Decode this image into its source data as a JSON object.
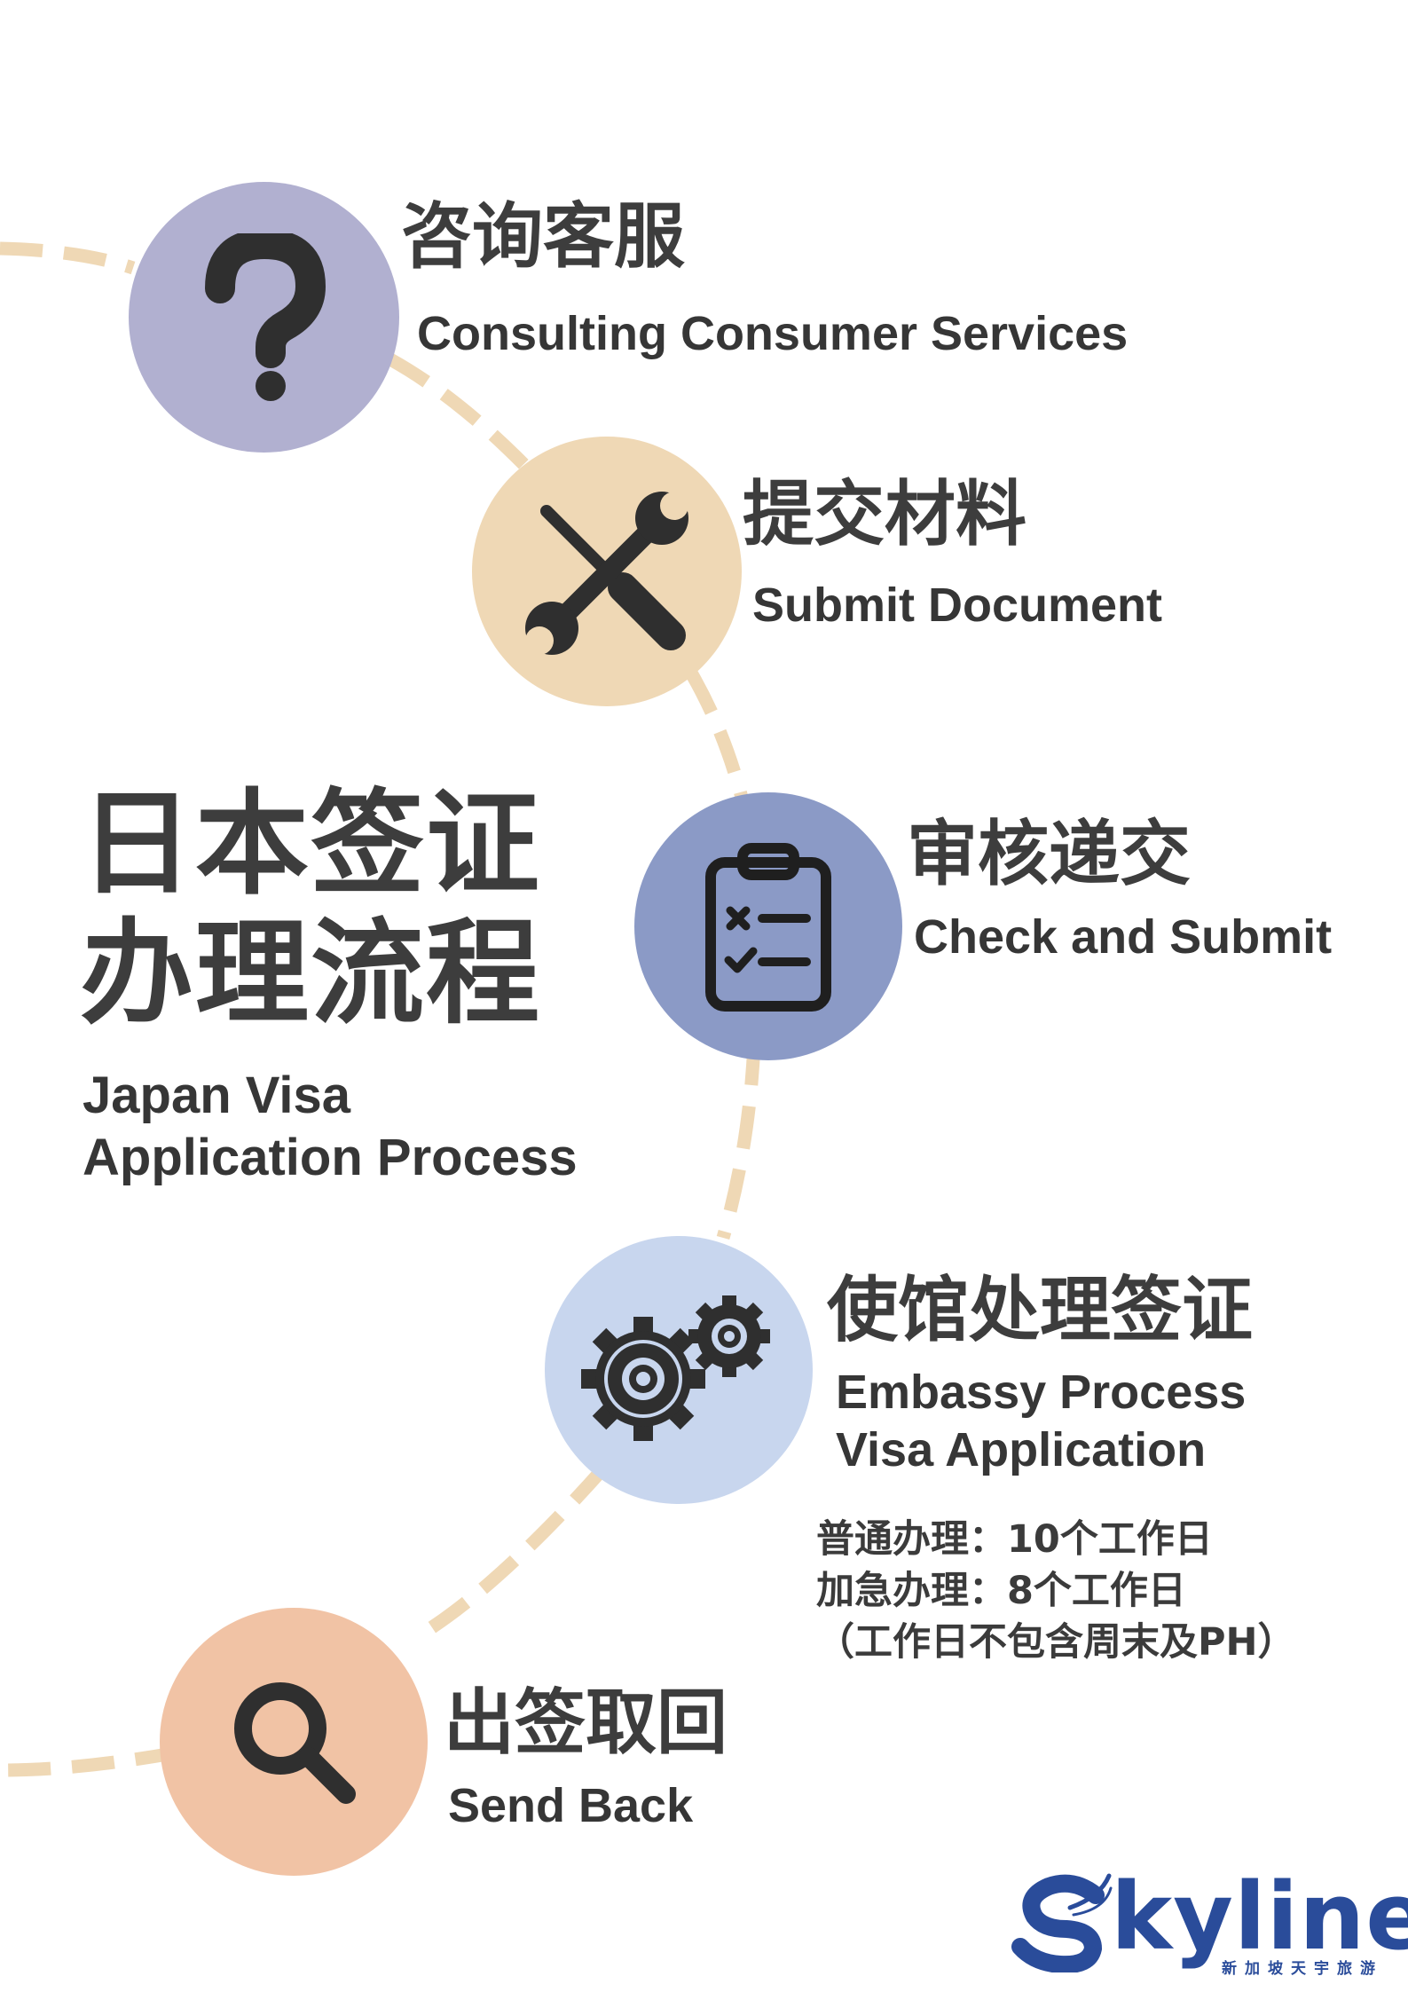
{
  "title": {
    "cn_line1": "日本签证",
    "cn_line2": "办理流程",
    "en_line1": "Japan Visa",
    "en_line2": "Application Process"
  },
  "steps": [
    {
      "cn": "咨询客服",
      "en": "Consulting Consumer Services",
      "icon": "question-mark-icon",
      "color": "#b1b0d0"
    },
    {
      "cn": "提交材料",
      "en": "Submit Document",
      "icon": "tools-icon",
      "color": "#efd8b5"
    },
    {
      "cn": "审核递交",
      "en": "Check and Submit",
      "icon": "checklist-clipboard-icon",
      "color": "#8b9ac6"
    },
    {
      "cn": "使馆处理签证",
      "en_line1": "Embassy Process",
      "en_line2": "Visa Application",
      "icon": "gears-icon",
      "color": "#c8d6ee"
    },
    {
      "cn": "出签取回",
      "en": "Send Back",
      "icon": "magnifier-icon",
      "color": "#f1c3a5"
    }
  ],
  "processing_note": {
    "normal": "普通办理：10个工作日",
    "urgent": "加急办理：8个工作日",
    "remark": "（工作日不包含周末及PH）"
  },
  "logo": {
    "wordmark": "kyline",
    "subtitle": "新加坡天宇旅游",
    "icon": "dragon-s-logo-icon"
  },
  "colors": {
    "path": "#efd8b5",
    "text": "#3b3b3b",
    "logo": "#2a4c9a"
  }
}
